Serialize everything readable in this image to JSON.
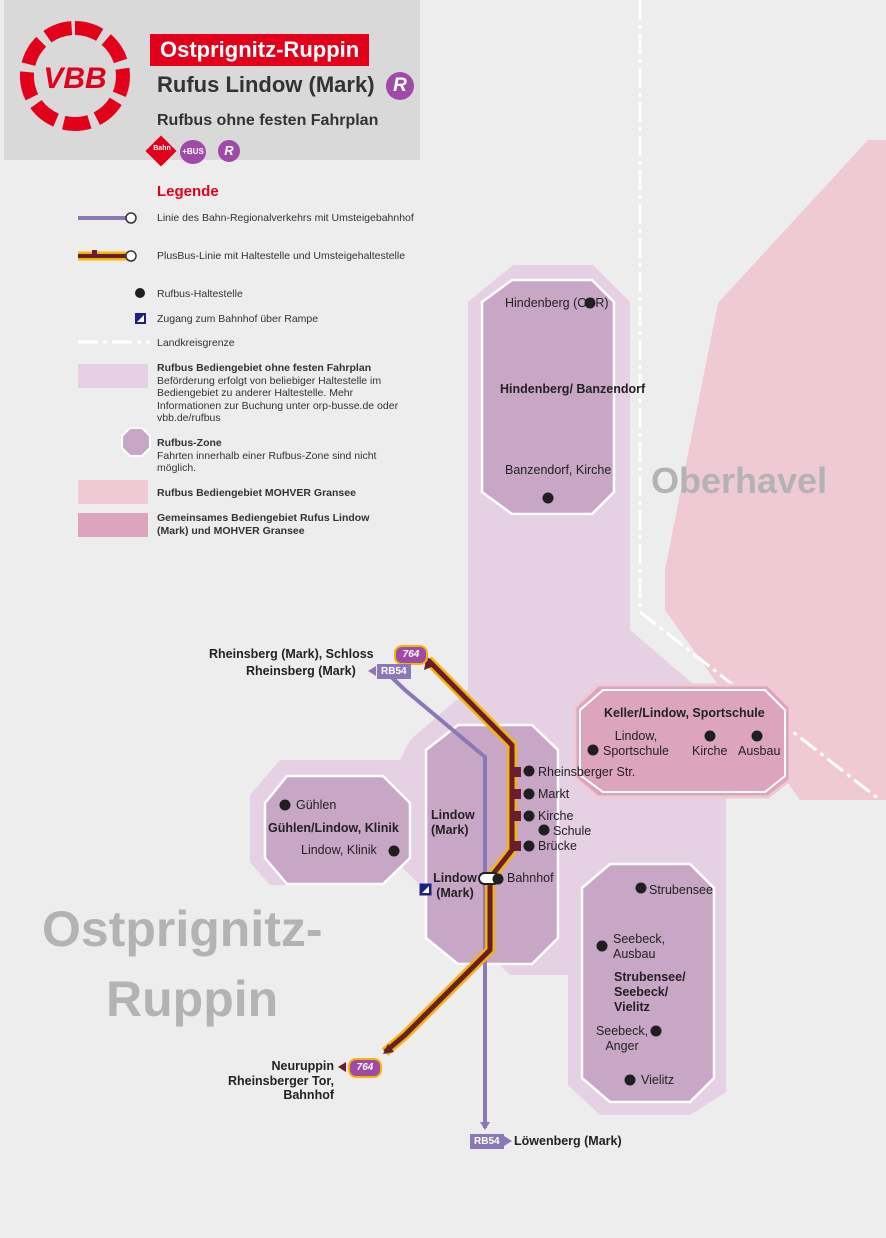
{
  "header": {
    "logo_text": "VBB",
    "region": "Ostprignitz-Ruppin",
    "place": "Rufus Lindow (Mark)",
    "r_badge": "R",
    "subtitle": "Rufbus ohne festen Fahrplan",
    "badge_bahn": "Bahn",
    "badge_bus": "+BUS",
    "badge_r": "R"
  },
  "legend": {
    "title": "Legende",
    "items": [
      {
        "text": "Linie des Bahn-Regionalverkehrs mit Umsteigebahnhof"
      },
      {
        "text": "PlusBus-Linie mit Haltestelle und Umsteigehaltestelle"
      },
      {
        "text": "Rufbus-Haltestelle"
      },
      {
        "text": "Zugang zum Bahnhof über Rampe"
      },
      {
        "text": "Landkreisgrenze"
      },
      {
        "title": "Rufbus Bediengebiet ohne festen Fahrplan",
        "text": "Beförderung erfolgt von beliebiger Haltestelle im Bediengebiet zu anderer Haltestelle. Mehr Informationen zur Buchung unter orp-busse.de oder vbb.de/rufbus"
      },
      {
        "title": "Rufbus-Zone",
        "text": "Fahrten innerhalb einer Rufbus-Zone sind nicht möglich."
      },
      {
        "title": "Rufbus Bediengebiet MOHVER Gransee"
      },
      {
        "title": "Gemeinsames Bediengebiet Rufus Lindow (Mark) und MOHVER Gransee"
      }
    ]
  },
  "regions": {
    "oberhavel": "Oberhavel",
    "opr_1": "Ostprignitz-",
    "opr_2": "Ruppin"
  },
  "zones": {
    "hindenberg": {
      "name": "Hindenberg/ Banzendorf",
      "stops": [
        "Hindenberg (OPR)",
        "Banzendorf, Kirche"
      ]
    },
    "keller": {
      "name": "Keller/Lindow, Sportschule",
      "stops": [
        "Lindow, Sportschule",
        "Kirche",
        "Ausbau"
      ]
    },
    "guehlen": {
      "name": "Gühlen/Lindow, Klinik",
      "stops": [
        "Gühlen",
        "Lindow, Klinik"
      ]
    },
    "lindow": {
      "name": "Lindow (Mark)",
      "stops": [
        "Rheinsberger Str.",
        "Markt",
        "Kirche",
        "Schule",
        "Brücke",
        "Bahnhof"
      ],
      "station": "Lindow (Mark)"
    },
    "strubensee": {
      "name": "Strubensee/ Seebeck/ Vielitz",
      "stops": [
        "Strubensee",
        "Seebeck, Ausbau",
        "Seebeck, Anger",
        "Vielitz"
      ]
    }
  },
  "lines": {
    "bus_764": "764",
    "rb54": "RB54",
    "dest_schloss": "Rheinsberg (Mark), Schloss",
    "dest_rheinsberg": "Rheinsberg (Mark)",
    "dest_neuruppin": "Neuruppin Rheinsberger Tor, Bahnhof",
    "dest_loewenberg": "Löwenberg (Mark)"
  }
}
